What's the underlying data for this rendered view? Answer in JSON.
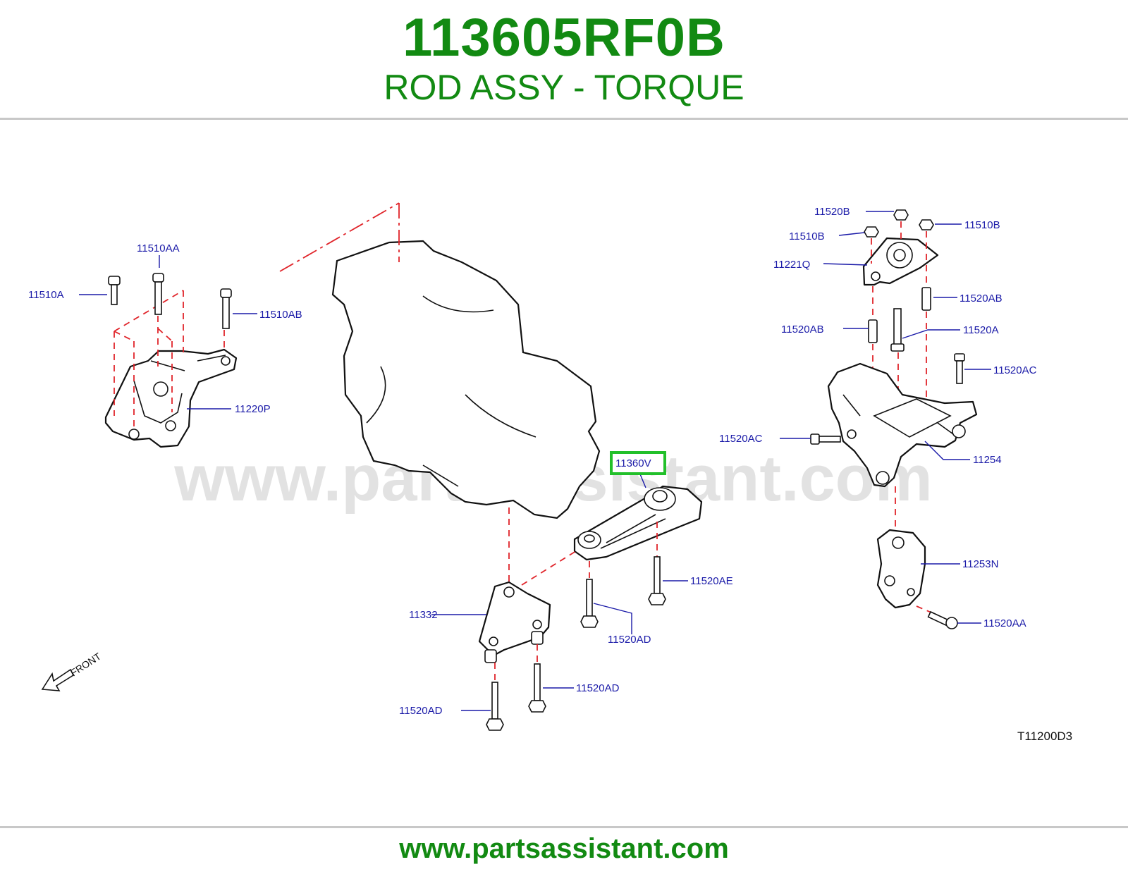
{
  "header": {
    "part_number": "113605RF0B",
    "part_name": "ROD ASSY - TORQUE"
  },
  "diagram": {
    "watermark": "www.partsassistant.com",
    "diagram_code": "T11200D3",
    "front_label": "FRONT",
    "highlighted_label": "11360V",
    "highlight_color": "#22c02a",
    "labels": {
      "l11510AA": "11510AA",
      "l11510A": "11510A",
      "l11510AB": "11510AB",
      "l11220P": "11220P",
      "l11520B": "11520B",
      "l11510B_left": "11510B",
      "l11510B_right": "11510B",
      "l11221Q": "11221Q",
      "l11520AB_right": "11520AB",
      "l11520AB_left": "11520AB",
      "l11520A": "11520A",
      "l11520AC_right": "11520AC",
      "l11520AC_left": "11520AC",
      "l11254": "11254",
      "l11253N": "11253N",
      "l11520AA": "11520AA",
      "l11520AE": "11520AE",
      "l11520AD_a": "11520AD",
      "l11332": "11332",
      "l11520AD_b": "11520AD",
      "l11520AD_c": "11520AD"
    }
  },
  "footer": {
    "url": "www.partsassistant.com"
  }
}
